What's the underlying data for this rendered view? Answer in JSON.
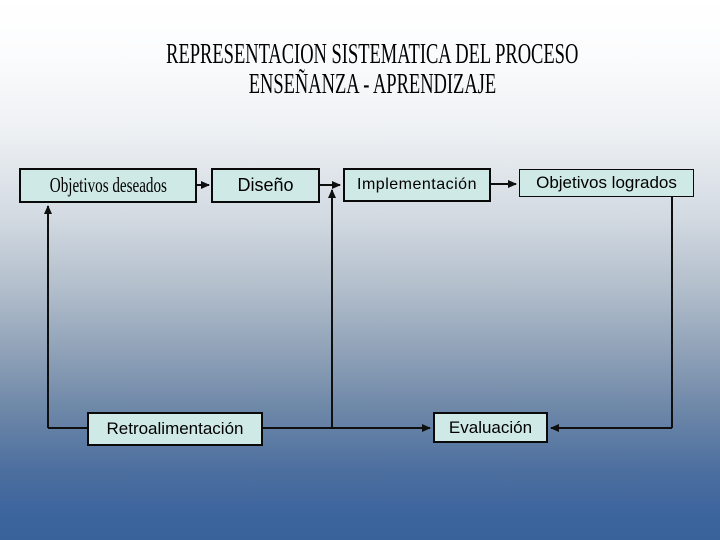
{
  "title": {
    "line1": "REPRESENTACION SISTEMATICA DEL PROCESO",
    "line2": "ENSEÑANZA - APRENDIZAJE"
  },
  "nodes": {
    "objetivos_deseados": {
      "label": "Objetivos deseados"
    },
    "diseno": {
      "label": "Diseño"
    },
    "implementacion": {
      "label": "Implementación"
    },
    "objetivos_logrados": {
      "label": "Objetivos logrados"
    },
    "retroalimentacion": {
      "label": "Retroalimentación"
    },
    "evaluacion": {
      "label": "Evaluación"
    }
  },
  "edges": [
    {
      "from": "objetivos_deseados",
      "to": "diseno"
    },
    {
      "from": "diseno",
      "to": "implementacion"
    },
    {
      "from": "implementacion",
      "to": "objetivos_logrados"
    },
    {
      "from": "objetivos_logrados",
      "to": "evaluacion"
    },
    {
      "from": "retroalimentacion",
      "to": "evaluacion"
    },
    {
      "from": "retroalimentacion",
      "to": "objetivos_deseados"
    },
    {
      "from": "retroalimentacion_evaluacion_line",
      "to": "diseno_implementacion_connector"
    }
  ],
  "colors": {
    "node_fill": "#cfe9e6",
    "node_border": "#0a0a0a",
    "connector": "#0f0f0f",
    "title_text": "#000000",
    "bg_top": "#ffffff",
    "bg_bottom": "#39629b"
  }
}
